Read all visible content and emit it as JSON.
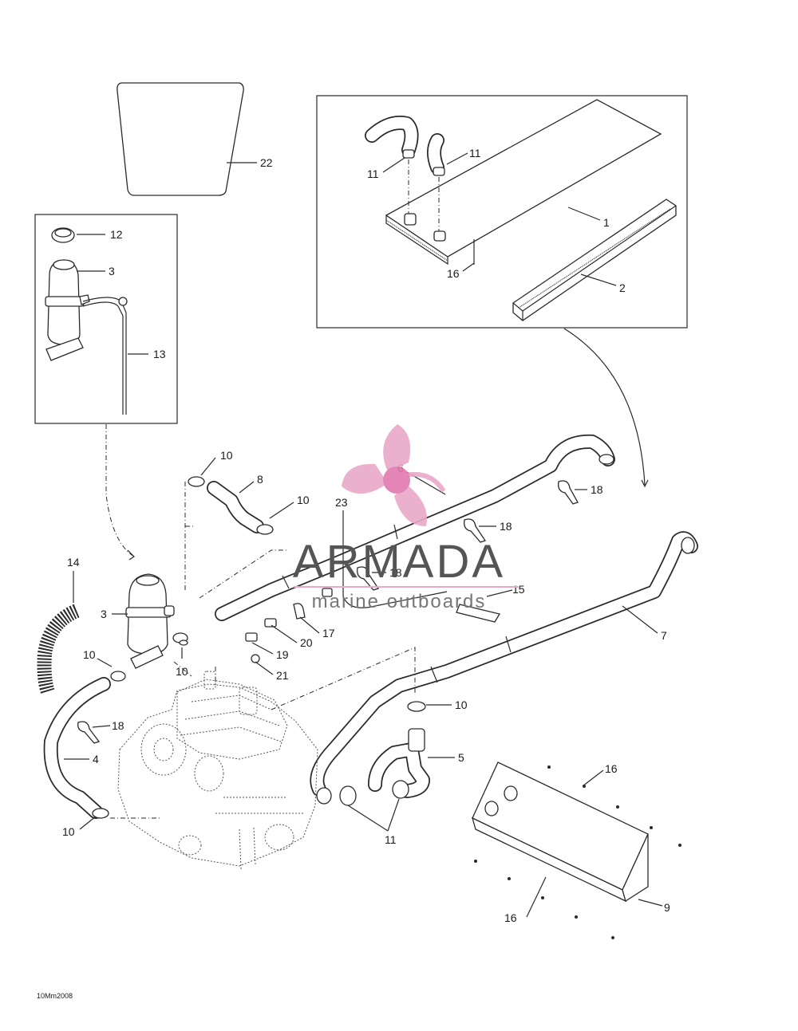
{
  "diagram": {
    "callouts": [
      "22",
      "12",
      "3",
      "13",
      "11",
      "11",
      "1",
      "16",
      "2",
      "10",
      "8",
      "10",
      "6",
      "18",
      "18",
      "23",
      "18",
      "15",
      "3",
      "14",
      "10",
      "10",
      "17",
      "20",
      "19",
      "21",
      "7",
      "18",
      "4",
      "10",
      "10",
      "5",
      "11",
      "16",
      "9",
      "16"
    ],
    "footer_code": "10Mm2008"
  },
  "watermark": {
    "title": "ARMADA",
    "subtitle": "marine outboards",
    "colors": {
      "propeller": "#e8a8c8",
      "hub": "#e07ab0",
      "text": "#555555"
    }
  }
}
